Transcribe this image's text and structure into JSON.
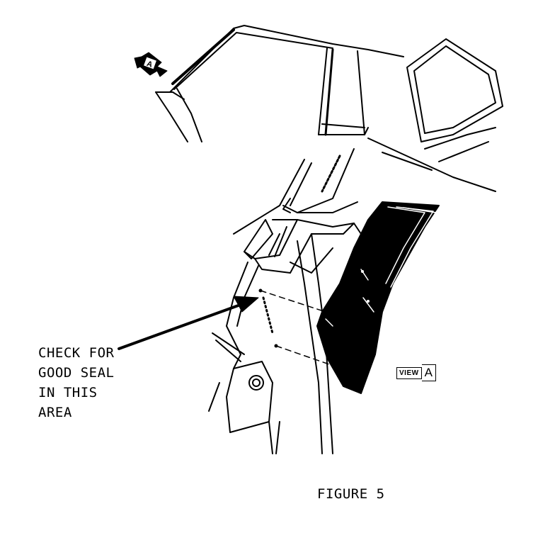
{
  "callout": {
    "lines": [
      "CHECK FOR",
      "GOOD SEAL",
      "IN THIS",
      "AREA"
    ]
  },
  "view_marker": {
    "word": "VIEW",
    "letter": "A"
  },
  "view_arrow": {
    "letter": "A"
  },
  "caption": "FIGURE 5",
  "colors": {
    "ink": "#000000",
    "paper": "#ffffff"
  }
}
